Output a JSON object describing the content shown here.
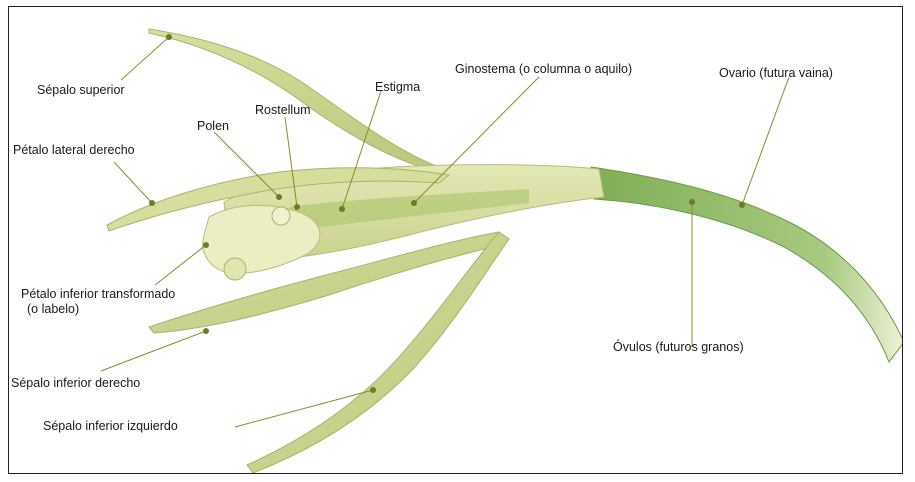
{
  "labels": {
    "sepalo_superior": "Sépalo superior",
    "petalo_lateral_derecho": "Pétalo lateral derecho",
    "polen": "Polen",
    "rostellum": "Rostellum",
    "estigma": "Estigma",
    "ginostema": "Ginostema (o columna o aquilo)",
    "ovario": "Ovario (futura vaina)",
    "petalo_inferior_line1": "Pétalo inferior transformado",
    "petalo_inferior_line2": "(o labelo)",
    "ovulos": "Óvulos (futuros granos)",
    "sepalo_inferior_derecho": "Sépalo inferior derecho",
    "sepalo_inferior_izquierdo": "Sépalo inferior izquierdo"
  },
  "colors": {
    "leader_line": "#8a8a2a",
    "petal_light": "#eef0c8",
    "petal_mid": "#d4dc9a",
    "stem_green": "#8fb560",
    "stem_dark": "#6e9a45",
    "column_green": "#b8cc78"
  }
}
